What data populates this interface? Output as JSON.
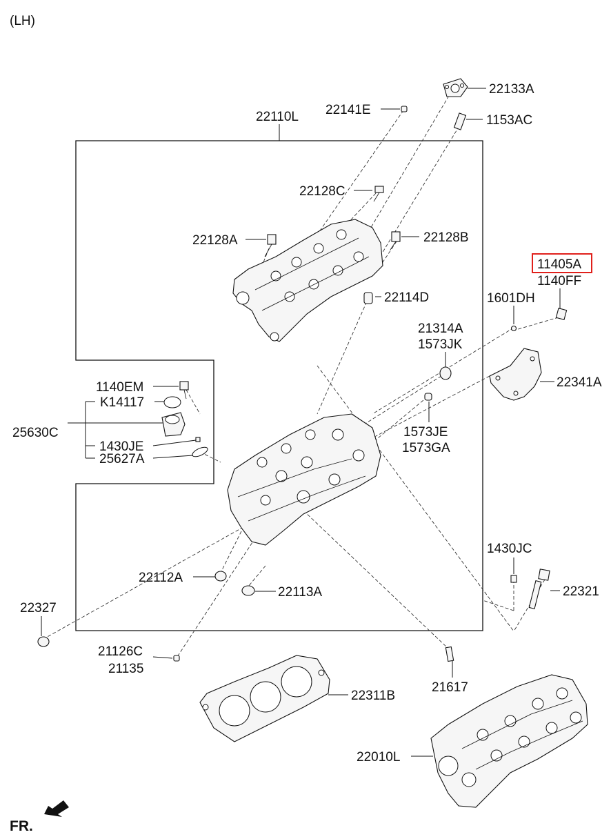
{
  "header": {
    "side_label": "(LH)"
  },
  "labels": {
    "p22133A": "22133A",
    "p22141E": "22141E",
    "p1153AC": "1153AC",
    "p22110L": "22110L",
    "p22128C": "22128C",
    "p22128A": "22128A",
    "p22128B": "22128B",
    "p11405A": "11405A",
    "p1140FF": "1140FF",
    "p22114D": "22114D",
    "p1601DH": "1601DH",
    "p21314A": "21314A",
    "p1573JK": "1573JK",
    "p1140EM": "1140EM",
    "pK14117": "K14117",
    "p22341A": "22341A",
    "p25630C": "25630C",
    "p1573JE": "1573JE",
    "p1430JE": "1430JE",
    "p1573GA": "1573GA",
    "p25627A": "25627A",
    "p1430JC": "1430JC",
    "p22112A": "22112A",
    "p22321": "22321",
    "p22113A": "22113A",
    "p22327": "22327",
    "p21126C": "21126C",
    "p21135": "21135",
    "p21617": "21617",
    "p22311B": "22311B",
    "p22010L": "22010L"
  },
  "footer": {
    "direction_label": "FR."
  },
  "highlight": {
    "part": "11405A",
    "color": "#e0201b"
  }
}
